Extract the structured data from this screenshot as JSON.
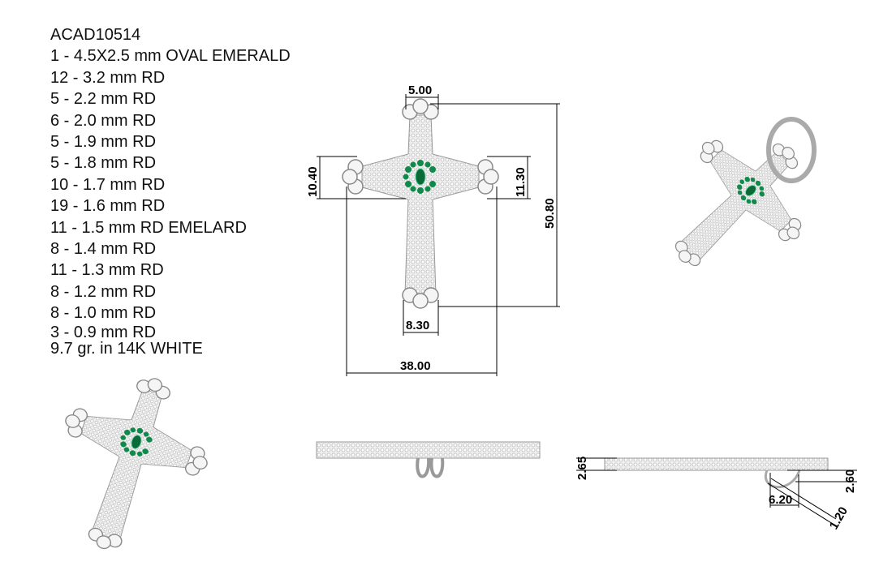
{
  "spec": {
    "model": "ACAD10514",
    "stones": [
      "1 - 4.5X2.5 mm OVAL EMERALD",
      "12 - 3.2 mm RD",
      "5 - 2.2 mm RD",
      "6 - 2.0 mm RD",
      "5 - 1.9 mm RD",
      "5 - 1.8 mm RD",
      "10 - 1.7 mm RD",
      "19 - 1.6 mm RD",
      "11 - 1.5 mm RD EMELARD",
      "8 - 1.4 mm RD",
      "11 - 1.3 mm RD",
      "8 - 1.2 mm RD",
      "8 - 1.0 mm RD",
      "3 - 0.9 mm RD"
    ],
    "weight": "9.7 gr.  in 14K WHITE"
  },
  "dimensions": {
    "top_width": "5.00",
    "arm_height_left": "10.40",
    "arm_height_right": "11.30",
    "total_height": "50.80",
    "bottom_width": "8.30",
    "total_width": "38.00",
    "side_thickness_left": "2.65",
    "side_thickness_right": "2.60",
    "bail_width": "6.20",
    "bail_wire": "1.20"
  },
  "colors": {
    "metal": "#d9d9d9",
    "emerald": "#0f8a4a",
    "line": "#000000"
  }
}
